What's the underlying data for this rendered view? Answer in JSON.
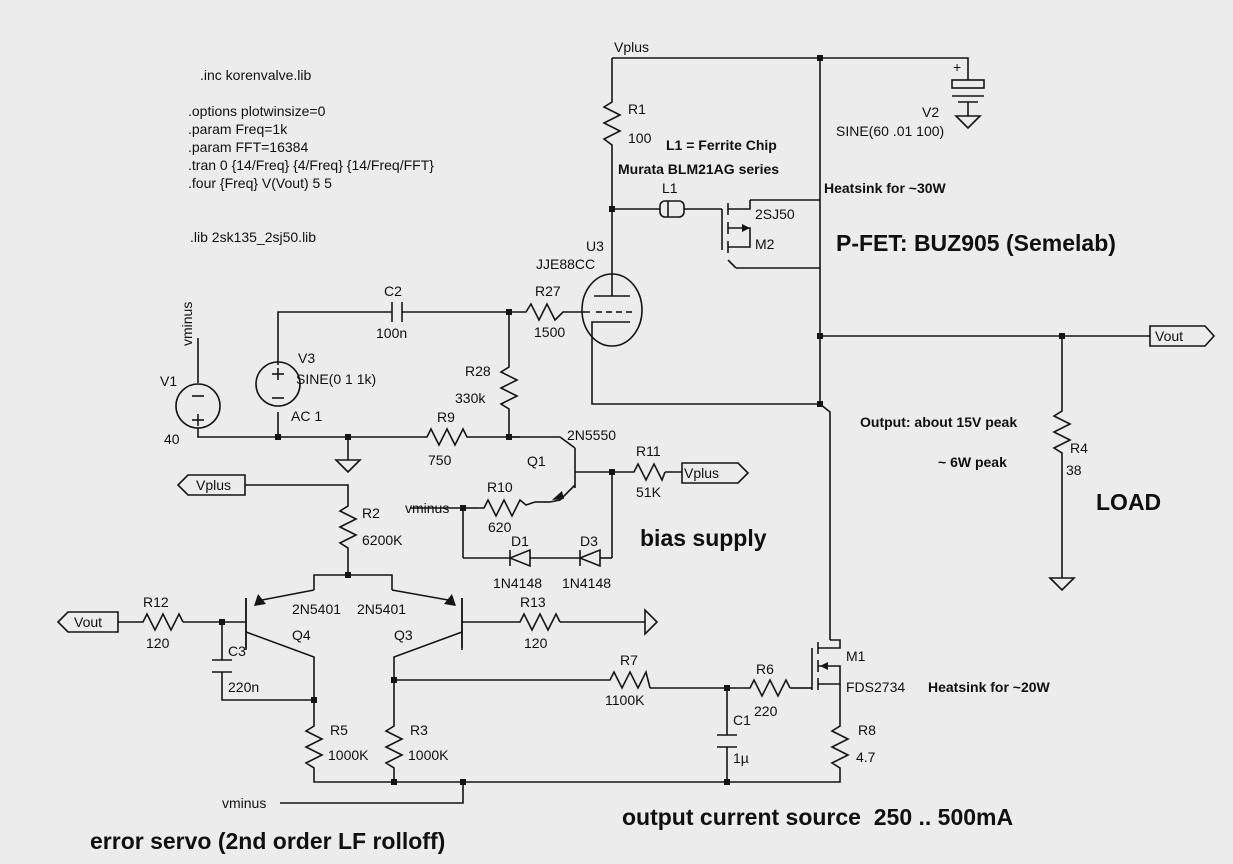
{
  "directives": [
    ".inc korenvalve.lib",
    ".options plotwinsize=0",
    ".param Freq=1k",
    ".param FFT=16384",
    ".tran 0 {14/Freq} {4/Freq} {14/Freq/FFT}",
    ".four {Freq} V(Vout) 5 5",
    ".lib 2sk135_2sj50.lib"
  ],
  "nets": {
    "vplus_top": "Vplus",
    "vplus_flag_r11": "Vplus",
    "vplus_flag_r2": "Vplus",
    "vout_flag_right": "Vout",
    "vout_flag_left": "Vout",
    "vminus_v1": "vminus",
    "vminus_r10": "vminus",
    "vminus_bottom": "vminus"
  },
  "components": {
    "V1": {
      "name": "V1",
      "value": "40"
    },
    "V2": {
      "name": "V2",
      "value": "SINE(60 .01 100)"
    },
    "V3": {
      "name": "V3",
      "value": "SINE(0 1 1k)",
      "ac": "AC 1"
    },
    "R1": {
      "name": "R1",
      "value": "100"
    },
    "R2": {
      "name": "R2",
      "value": "6200K"
    },
    "R3": {
      "name": "R3",
      "value": "1000K"
    },
    "R4": {
      "name": "R4",
      "value": "38"
    },
    "R5": {
      "name": "R5",
      "value": "1000K"
    },
    "R6": {
      "name": "R6",
      "value": "220"
    },
    "R7": {
      "name": "R7",
      "value": "1100K"
    },
    "R8": {
      "name": "R8",
      "value": "4.7"
    },
    "R9": {
      "name": "R9",
      "value": "750"
    },
    "R10": {
      "name": "R10",
      "value": "620"
    },
    "R11": {
      "name": "R11",
      "value": "51K"
    },
    "R12": {
      "name": "R12",
      "value": "120"
    },
    "R13": {
      "name": "R13",
      "value": "120"
    },
    "R27": {
      "name": "R27",
      "value": "1500"
    },
    "R28": {
      "name": "R28",
      "value": "330k"
    },
    "C1": {
      "name": "C1",
      "value": "1µ"
    },
    "C2": {
      "name": "C2",
      "value": "100n"
    },
    "C3": {
      "name": "C3",
      "value": "220n"
    },
    "L1": {
      "name": "L1"
    },
    "U3": {
      "name": "U3",
      "value": "JJE88CC"
    },
    "Q1": {
      "name": "Q1",
      "value": "2N5550"
    },
    "Q3": {
      "name": "Q3",
      "value": "2N5401"
    },
    "Q4": {
      "name": "Q4",
      "value": "2N5401"
    },
    "D1": {
      "name": "D1",
      "value": "1N4148"
    },
    "D3": {
      "name": "D3",
      "value": "1N4148"
    },
    "M1": {
      "name": "M1",
      "value": "FDS2734"
    },
    "M2": {
      "name": "M2",
      "value": "2SJ50"
    }
  },
  "notes": {
    "l1_line1": "L1 = Ferrite Chip",
    "l1_line2": "Murata BLM21AG series",
    "heatsink_m2": "Heatsink for ~30W",
    "pfet": "P-FET: BUZ905 (Semelab)",
    "output_peak": "Output: about 15V peak",
    "power_peak": "~ 6W peak",
    "load": "LOAD",
    "bias": "bias supply",
    "heatsink_m1": "Heatsink for ~20W",
    "current_source": "output current source  250 .. 500mA",
    "servo": "error servo (2nd order LF rolloff)"
  }
}
